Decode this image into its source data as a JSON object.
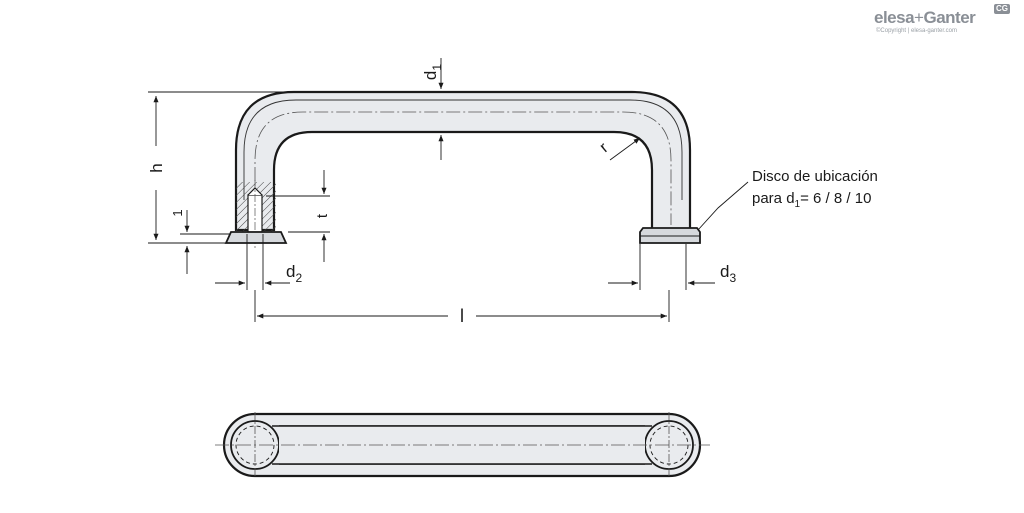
{
  "logo": {
    "brand": "elesa",
    "plus": "+",
    "partner": "Ganter",
    "badge": "CG",
    "copyright": "©Copyright | elesa-ganter.com"
  },
  "labels": {
    "d1": "d",
    "d1_sub": "1",
    "d2": "d",
    "d2_sub": "2",
    "d3": "d",
    "d3_sub": "3",
    "h": "h",
    "t": "t",
    "one": "1",
    "r": "r",
    "l": "l"
  },
  "callout": {
    "line1": "Disco de ubicación",
    "line2_prefix": "para d",
    "line2_sub": "1",
    "line2_suffix": "= 6 / 8 / 10"
  }
}
